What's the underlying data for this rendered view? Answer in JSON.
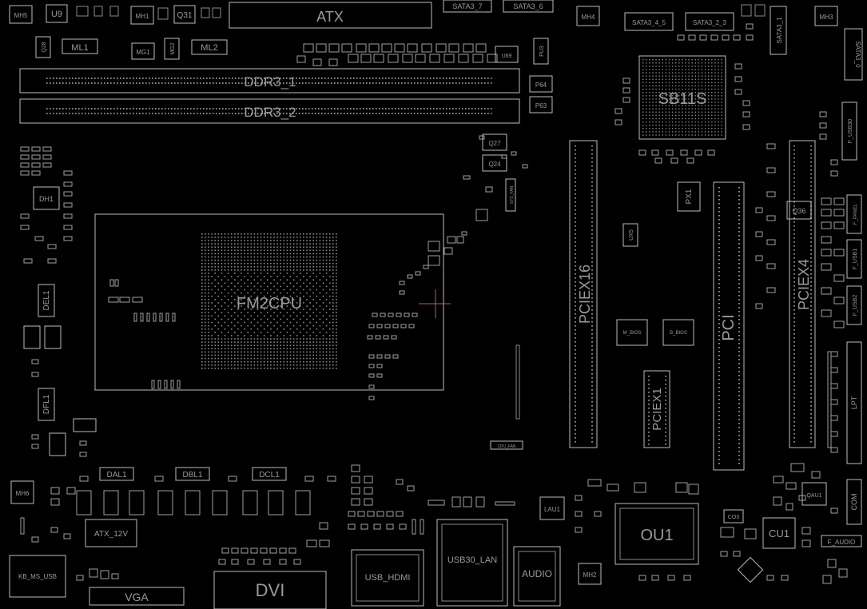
{
  "board": {
    "background": "#000000",
    "outline_color": "#bdbdbd",
    "label_color": "#9a9a9a",
    "marker_color": "#b06070"
  },
  "labels": {
    "atx": "ATX",
    "ddr1": "DDR3_1",
    "ddr2": "DDR3_2",
    "sb": "SB11S",
    "cpu": "FM2CPU",
    "pciex16": "PCIEX16",
    "pciex1": "PCIEX1",
    "pci": "PCI",
    "pciex4": "PCIEX4",
    "ou1": "OU1",
    "cu1": "CU1",
    "dvi": "DVI",
    "vga": "VGA",
    "usb_hdmi": "USB_HDMI",
    "usb30_lan": "USB30_LAN",
    "audio": "AUDIO",
    "atx_12v": "ATX_12V",
    "kb_ms_usb": "KB_MS_USB",
    "com": "COM",
    "f_audio": "F_AUDIO",
    "lpt": "LPT",
    "f_usb1": "F_USB1",
    "f_usb2": "F_USB2",
    "f_usb30": "F_USB30",
    "f_panel": "F_PANEL",
    "sata3_0": "SATA3_0",
    "sata3_1": "SATA3_1",
    "sata3_4_5": "SATA3_4_5",
    "sata3_2_3": "SATA3_2_3",
    "sata3_7": "SATA3_7",
    "sata3_6": "SATA3_6",
    "ml1": "ML1",
    "ml2": "ML2",
    "mh1": "MH1",
    "mh2": "MH2",
    "mh3": "MH3",
    "mh4": "MH4",
    "mh5": "MH5",
    "mh6": "MH6",
    "mg1": "MG1",
    "mg2": "MG2",
    "u9": "U9",
    "q31": "Q31",
    "q28": "Q28",
    "q27": "Q27",
    "q24": "Q24",
    "q36": "Q36",
    "p64": "P64",
    "p63": "P63",
    "px1": "PX1",
    "ux5": "UX5",
    "dh1": "DH1",
    "del1": "DEL1",
    "dfl1": "DFL1",
    "dal1": "DAL1",
    "dbl1": "DBL1",
    "dcl1": "DCL1",
    "lau1": "LAU1",
    "qau1": "QAU1",
    "co3": "CO3",
    "m_bios": "M_BIOS",
    "b_bios": "B_BIOS",
    "sys_fan": "SYS_FAN",
    "cpu_fan": "CPU_FAN",
    "u69": "U69",
    "pu3": "PU3"
  }
}
